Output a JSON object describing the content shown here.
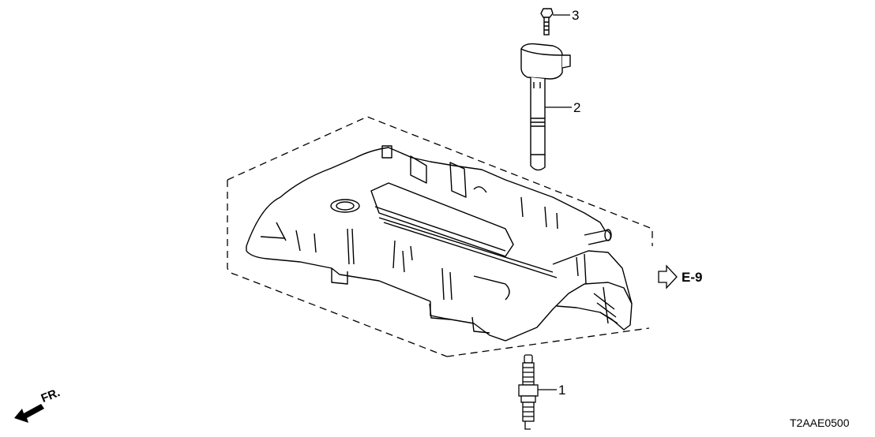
{
  "diagram": {
    "type": "exploded parts diagram",
    "subject": "ignition coil / spark plug assembly over engine cylinder head cover",
    "parts": [
      {
        "callout": "1",
        "part": "spark-plug"
      },
      {
        "callout": "2",
        "part": "ignition-coil"
      },
      {
        "callout": "3",
        "part": "bolt"
      }
    ],
    "reference": {
      "label": "E-9",
      "icon": "outline-arrow-right-icon"
    },
    "direction_indicator": {
      "label": "FR.",
      "icon": "solid-arrow-down-left-icon"
    },
    "drawing_code": "T2AAE0500",
    "colors": {
      "line": "#000000",
      "background": "#ffffff"
    }
  }
}
